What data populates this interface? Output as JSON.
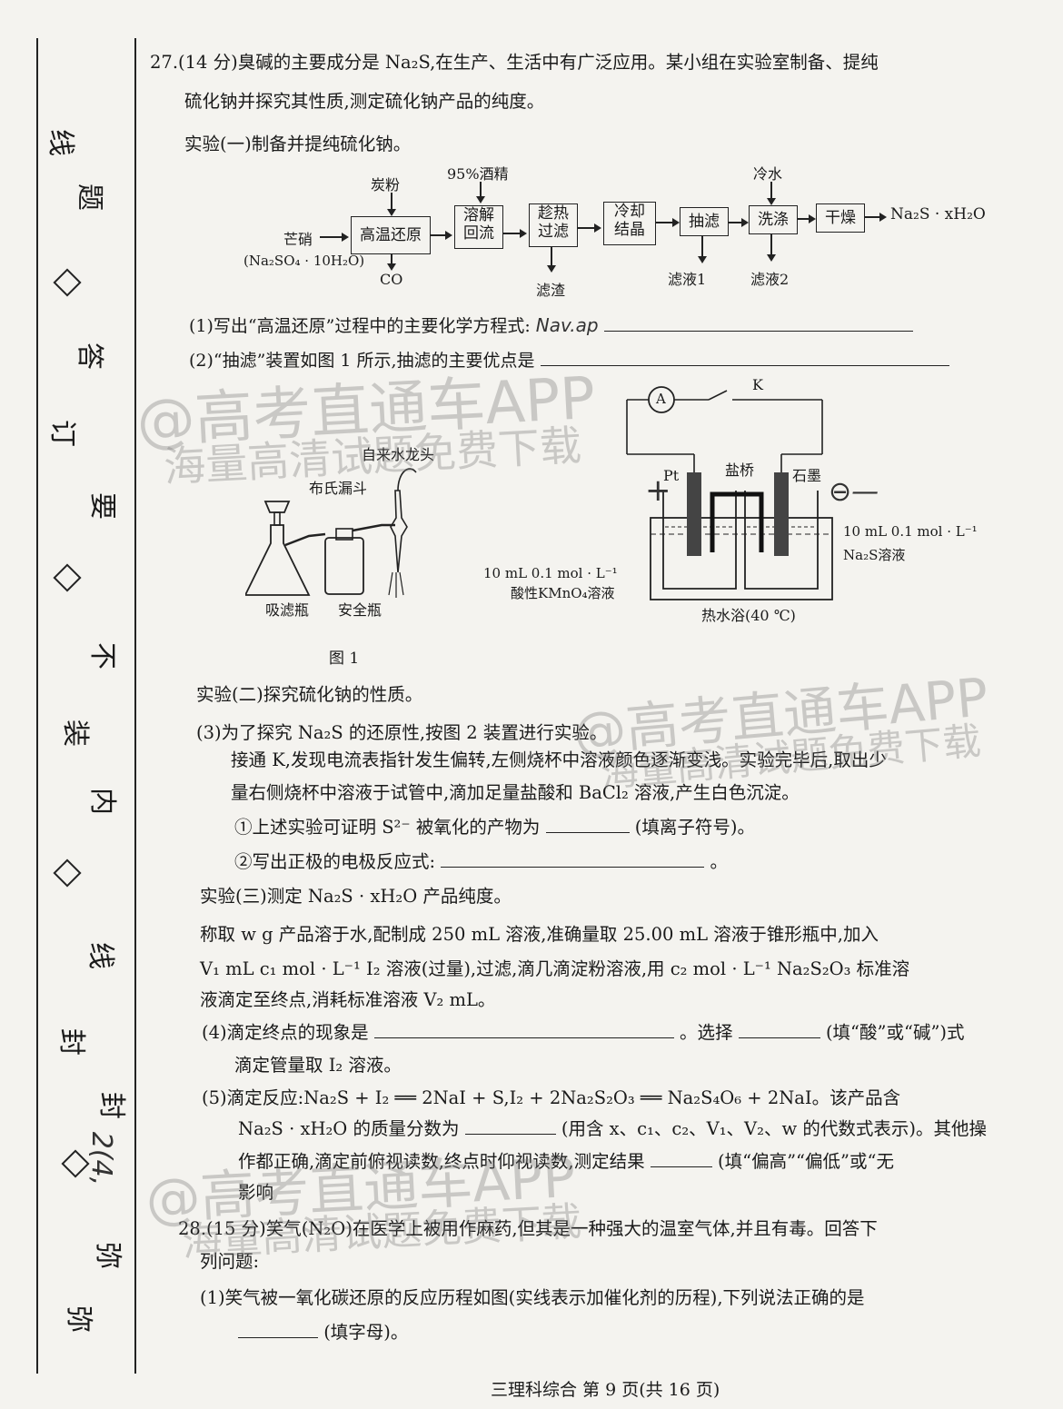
{
  "margin": {
    "chars": [
      "线",
      "题",
      "答",
      "订",
      "要",
      "不",
      "装",
      "内",
      "线",
      "封",
      "封",
      "弥",
      "弥"
    ]
  },
  "q27": {
    "line1": "27.(14 分)臭碱的主要成分是 Na₂S,在生产、生活中有广泛应用。某小组在实验室制备、提纯",
    "line2": "硫化钠并探究其性质,测定硫化钠产品的纯度。",
    "exp1_title": "实验(一)制备并提纯硫化钠。",
    "flow": {
      "tanfen": "炭粉",
      "jiujing": "95%酒精",
      "lengshui": "冷水",
      "mangxiao": "芒硝",
      "mangxiao_formula": "(Na₂SO₄ · 10H₂O)",
      "co": "CO",
      "box1": "高温还原",
      "box2a": "溶解",
      "box2b": "回流",
      "box3a": "趁热",
      "box3b": "过滤",
      "box4a": "冷却",
      "box4b": "结晶",
      "box5": "抽滤",
      "box6": "洗涤",
      "box7": "干燥",
      "product": "Na₂S · xH₂O",
      "lvzha": "滤渣",
      "lvye1": "滤液1",
      "lvye2": "滤液2"
    },
    "sub1": "(1)写出“高温还原”过程中的主要化学方程式:",
    "sub1_hand": "Nav.ap",
    "sub2": "(2)“抽滤”装置如图 1 所示,抽滤的主要优点是",
    "fig1": {
      "faucet": "自来水龙头",
      "funnel": "布氏漏斗",
      "flask": "吸滤瓶",
      "safety": "安全瓶",
      "caption": "图 1"
    },
    "fig2": {
      "ammeter": "A",
      "switch": "K",
      "pt": "Pt",
      "bridge": "盐桥",
      "graphite": "石墨",
      "right_conc": "10 mL 0.1 mol · L⁻¹",
      "right_sol": "Na₂S溶液",
      "left_conc": "10 mL 0.1 mol · L⁻¹",
      "left_sol": "酸性KMnO₄溶液",
      "bath": "热水浴(40 ℃)"
    },
    "exp2_title": "实验(二)探究硫化钠的性质。",
    "sub3": "(3)为了探究 Na₂S 的还原性,按图 2 装置进行实验。",
    "sub3_p1": "接通 K,发现电流表指针发生偏转,左侧烧杯中溶液颜色逐渐变浅。实验完毕后,取出少",
    "sub3_p2": "量右侧烧杯中溶液于试管中,滴加足量盐酸和 BaCl₂ 溶液,产生白色沉淀。",
    "sub3_q1": "①上述实验可证明 S²⁻ 被氧化的产物为",
    "sub3_q1_tail": "(填离子符号)。",
    "sub3_q2": "②写出正极的电极反应式:",
    "exp3_title": "实验(三)测定 Na₂S · xH₂O 产品纯度。",
    "exp3_p1": "称取 w g 产品溶于水,配制成 250 mL 溶液,准确量取 25.00 mL 溶液于锥形瓶中,加入",
    "exp3_p2": "V₁ mL c₁ mol · L⁻¹ I₂ 溶液(过量),过滤,滴几滴淀粉溶液,用 c₂ mol · L⁻¹ Na₂S₂O₃ 标准溶",
    "exp3_p3": "液滴定至终点,消耗标准溶液 V₂ mL。",
    "sub4a": "(4)滴定终点的现象是",
    "sub4b": "。选择",
    "sub4c": "(填“酸”或“碱”)式",
    "sub4d": "滴定管量取 I₂ 溶液。",
    "sub5_p1": "(5)滴定反应:Na₂S + I₂ ══ 2NaI + S,I₂ + 2Na₂S₂O₃ ══ Na₂S₄O₆ + 2NaI。该产品含",
    "sub5_p2a": "Na₂S · xH₂O 的质量分数为",
    "sub5_p2b": "(用含 x、c₁、c₂、V₁、V₂、w 的代数式表示)。其他操",
    "sub5_p3a": "作都正确,滴定前俯视读数,终点时仰视读数,测定结果",
    "sub5_p3b": "(填“偏高”“偏低”或“无",
    "sub5_p4": "影响"
  },
  "q28": {
    "line1": "28.(15 分)笑气(N₂O)在医学上被用作麻药,但其是一种强大的温室气体,并且有毒。回答下",
    "line2": "列问题:",
    "sub1": "(1)笑气被一氧化碳还原的反应历程如图(实线表示加催化剂的历程),下列说法正确的是",
    "sub1_tail": "(填字母)。"
  },
  "footer": "三理科综合   第 9 页(共 16 页)",
  "watermarks": [
    "@高考直通车APP",
    "海量高清试题免费下载"
  ],
  "handwriting": {
    "margin": "2(4,",
    "plus": "+",
    "minus": "⊖—"
  }
}
